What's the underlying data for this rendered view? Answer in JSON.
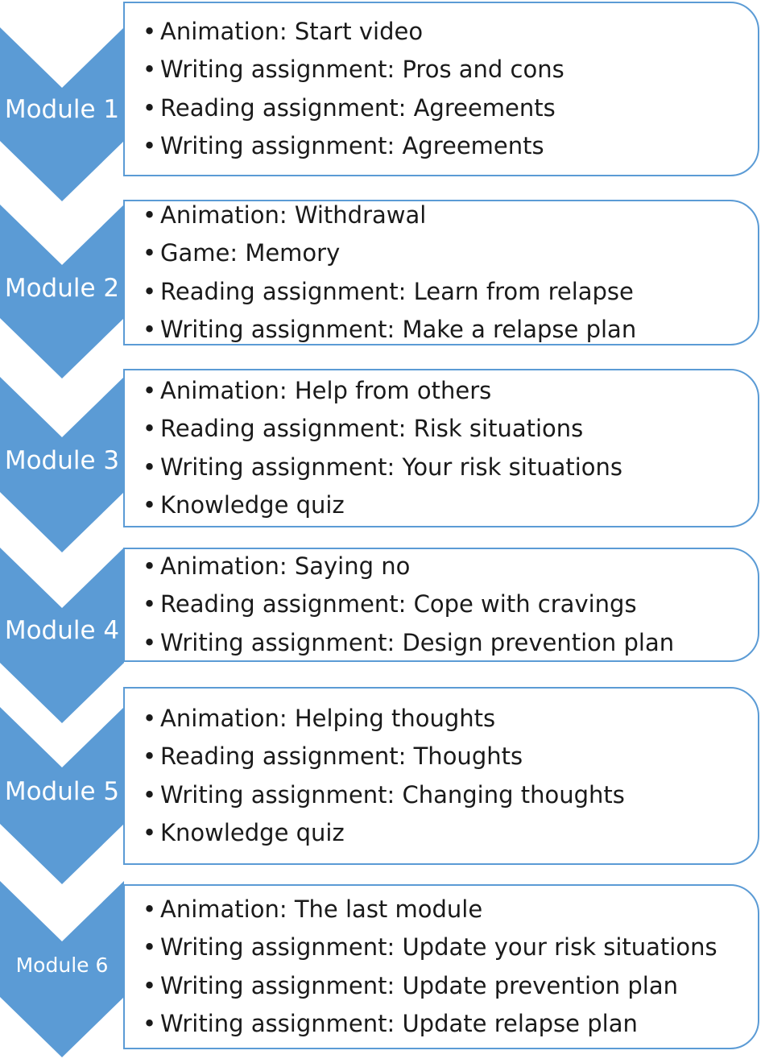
{
  "accent_color": "#5b9bd5",
  "modules": [
    {
      "label": "Module 1",
      "items": [
        "Animation: Start video",
        "Writing assignment: Pros and cons",
        "Reading assignment: Agreements",
        "Writing assignment: Agreements"
      ]
    },
    {
      "label": "Module 2",
      "items": [
        "Animation: Withdrawal",
        "Game: Memory",
        "Reading assignment: Learn from relapse",
        "Writing assignment: Make a relapse plan"
      ]
    },
    {
      "label": "Module 3",
      "items": [
        "Animation: Help from others",
        "Reading assignment: Risk situations",
        "Writing assignment: Your risk situations",
        "Knowledge quiz"
      ]
    },
    {
      "label": "Module 4",
      "items": [
        "Animation: Saying no",
        "Reading assignment: Cope with cravings",
        "Writing assignment: Design prevention plan"
      ]
    },
    {
      "label": "Module 5",
      "items": [
        "Animation: Helping thoughts",
        "Reading assignment: Thoughts",
        "Writing assignment: Changing thoughts",
        "Knowledge quiz"
      ]
    },
    {
      "label": "Module 6",
      "items": [
        "Animation: The last module",
        "Writing assignment: Update your risk situations",
        "Writing assignment: Update prevention plan",
        "Writing assignment: Update relapse plan"
      ]
    }
  ]
}
